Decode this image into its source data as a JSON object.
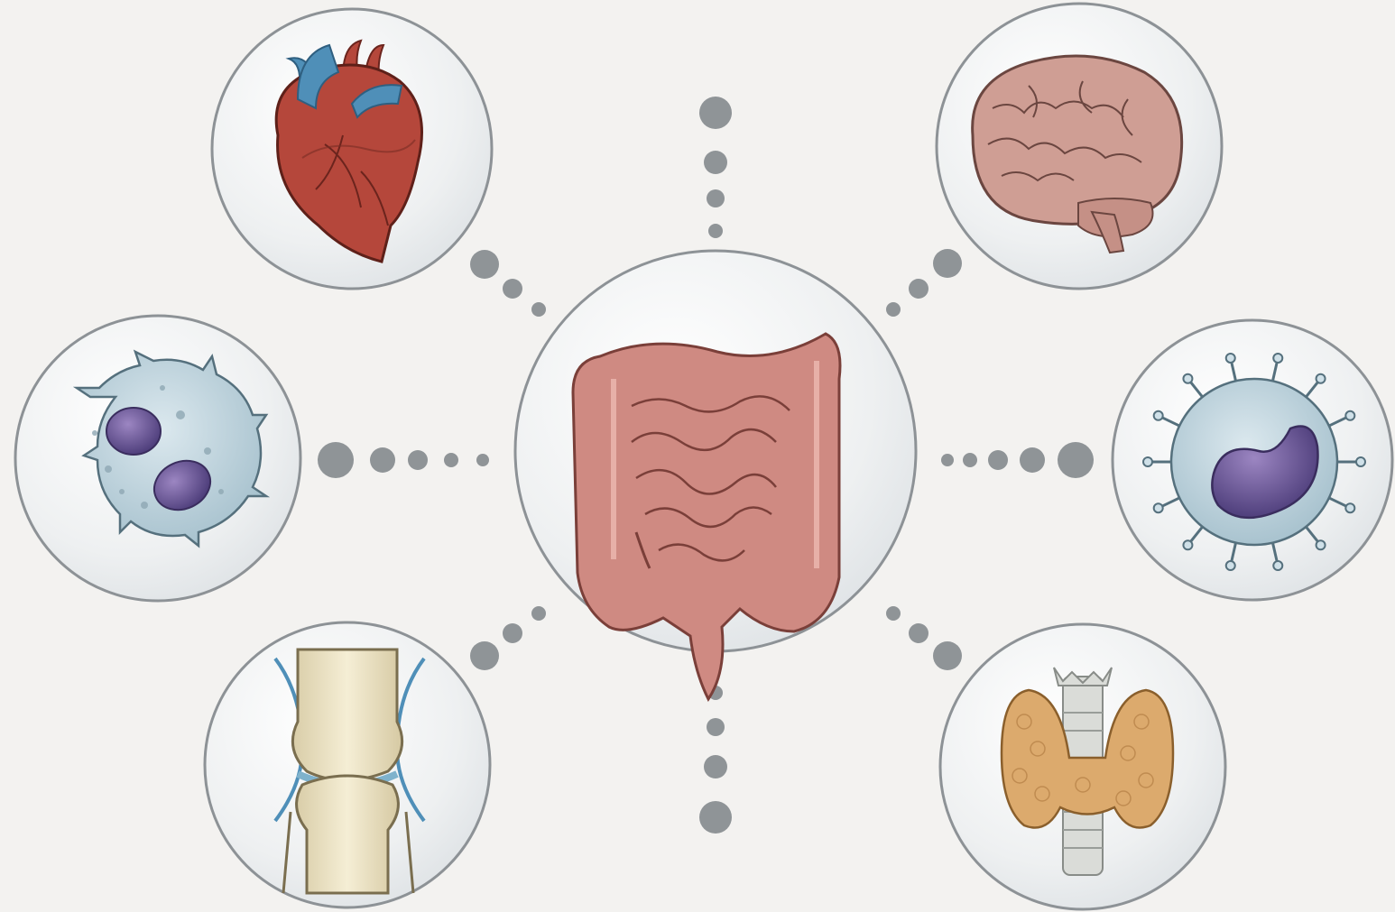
{
  "diagram": {
    "center": {
      "name": "intestines",
      "icon": "intestines-icon"
    },
    "satellites": [
      {
        "name": "heart",
        "icon": "heart-icon"
      },
      {
        "name": "brain",
        "icon": "brain-icon"
      },
      {
        "name": "granulocyte-cell",
        "icon": "granulocyte-cell-icon"
      },
      {
        "name": "lymphocyte-cell",
        "icon": "lymphocyte-cell-icon"
      },
      {
        "name": "knee-joint",
        "icon": "knee-joint-icon"
      },
      {
        "name": "thyroid",
        "icon": "thyroid-icon"
      }
    ],
    "colors": {
      "background": "#f3f2f0",
      "bubble_fill": "#e9ecee",
      "bubble_stroke": "#8d9296",
      "connector_dot": "#8f9497",
      "heart_red": "#b5473b",
      "vessel_blue": "#4f8fb8",
      "brain_pink": "#cf9e94",
      "intestine_pink": "#cf8a82",
      "cell_blue": "#b5ccd6",
      "nucleus_purple": "#6f5c97",
      "bone_cream": "#ece2c2",
      "thyroid_orange": "#dcaa6d"
    }
  }
}
